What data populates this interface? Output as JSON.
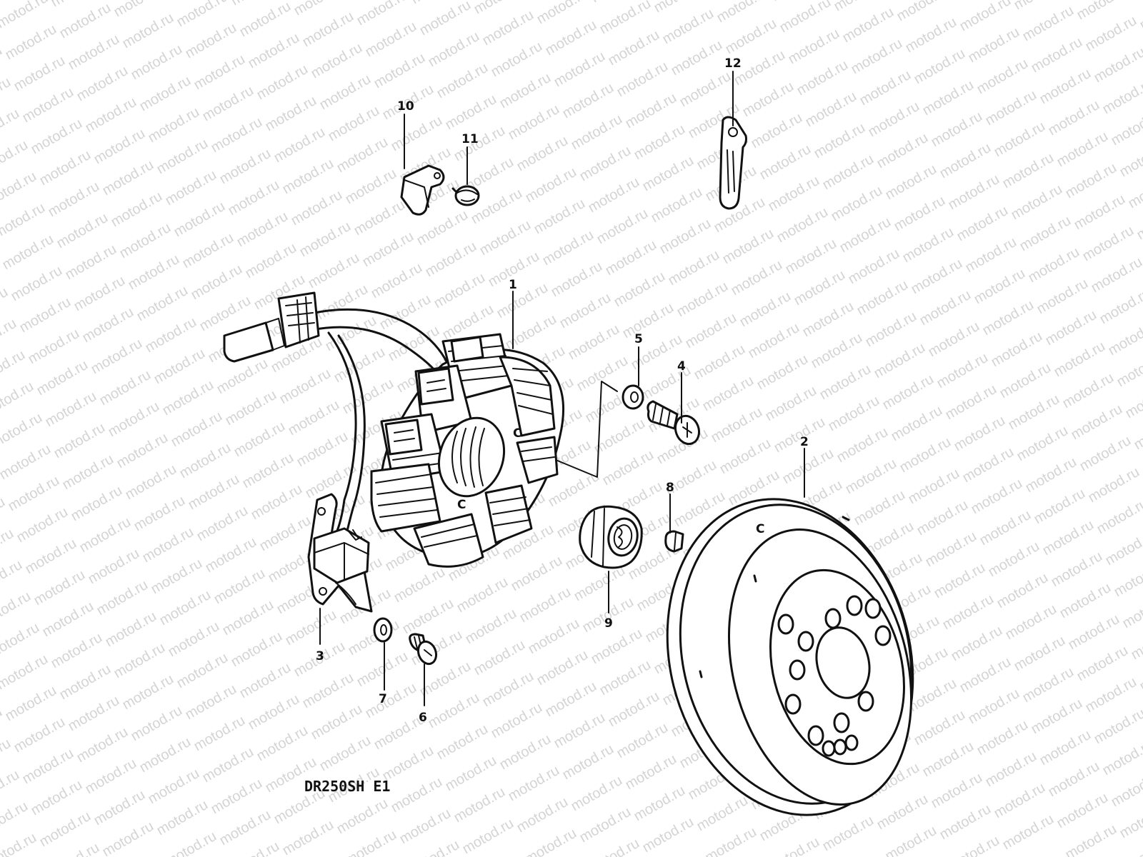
{
  "diagram": {
    "model_code": "DR250SH E1",
    "watermark_text": "motod.ru",
    "line_color": "#111111",
    "watermark_color": "#d4d4d4",
    "callouts": [
      {
        "id": "1",
        "part": "stator"
      },
      {
        "id": "2",
        "part": "rotor"
      },
      {
        "id": "3",
        "part": "pickup coil"
      },
      {
        "id": "4",
        "part": "stator screw"
      },
      {
        "id": "5",
        "part": "washer"
      },
      {
        "id": "6",
        "part": "pickup screw"
      },
      {
        "id": "7",
        "part": "washer"
      },
      {
        "id": "8",
        "part": "key"
      },
      {
        "id": "9",
        "part": "rotor nut"
      },
      {
        "id": "10",
        "part": "clamp"
      },
      {
        "id": "11",
        "part": "screw"
      },
      {
        "id": "12",
        "part": "wire guide"
      }
    ]
  }
}
